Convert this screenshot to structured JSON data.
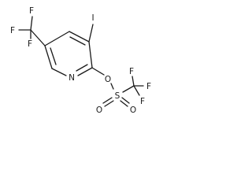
{
  "molecule": {
    "atoms": {
      "F1": "F",
      "F2": "F",
      "F3": "F",
      "I": "I",
      "N": "N",
      "O1": "O",
      "S": "S",
      "O2": "O",
      "O3": "O",
      "F4": "F",
      "F5": "F",
      "F6": "F"
    }
  },
  "colors": {
    "bond": "#1a1a1a",
    "background": "#ffffff"
  }
}
